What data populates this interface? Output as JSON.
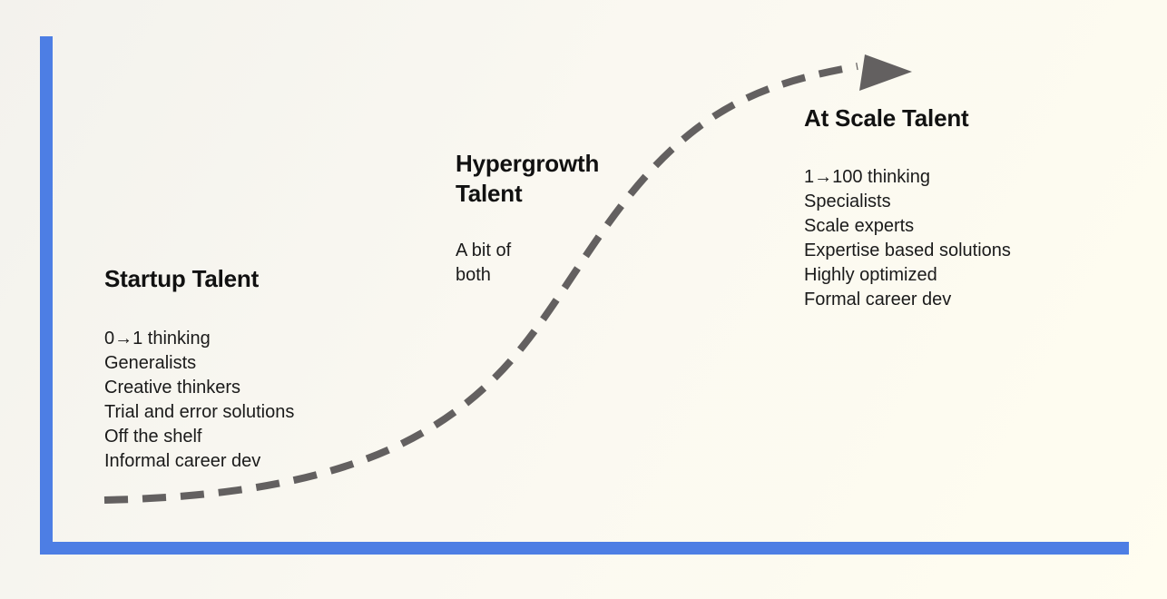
{
  "figure": {
    "kind": "s-curve-growth-diagram",
    "colors": {
      "axis": "#4d7ee4",
      "curve": "#636060",
      "heading_text": "#111111",
      "body_text": "#1a1a1a",
      "background_from": "#f3f2ed",
      "background_to": "#fffdf0"
    },
    "icons": {
      "arrowhead": "right-up-arrowhead"
    },
    "stages": [
      {
        "title": "Startup Talent",
        "items": [
          "0→1 thinking",
          "Generalists",
          "Creative thinkers",
          "Trial and error solutions",
          "Off the shelf",
          "Informal career dev"
        ]
      },
      {
        "title": "Hypergrowth Talent",
        "items": [
          "A bit of both"
        ]
      },
      {
        "title": "At Scale Talent",
        "items": [
          "1→100 thinking",
          "Specialists",
          "Scale experts",
          "Expertise based solutions",
          "Highly optimized",
          "Formal career dev"
        ]
      }
    ]
  }
}
